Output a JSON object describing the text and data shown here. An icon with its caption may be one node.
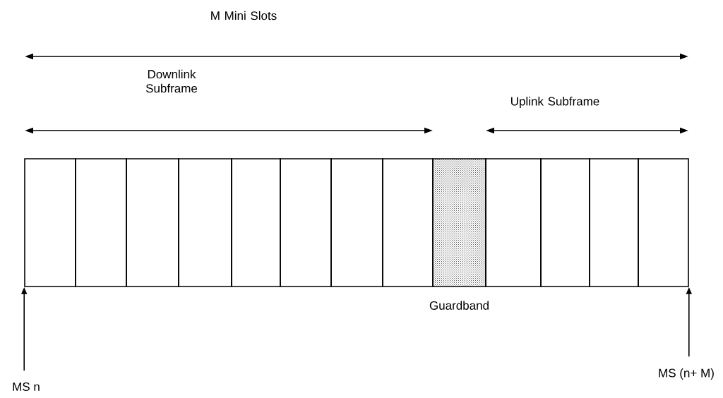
{
  "diagram": {
    "nodes": [
      {
        "text": [],
        "shape": "box"
      },
      {
        "text": [],
        "shape": "box"
      },
      {
        "text": [],
        "shape": "box"
      },
      {
        "text": [],
        "shape": "box"
      },
      {
        "text": [],
        "shape": "box"
      },
      {
        "text": [],
        "shape": "box"
      },
      {
        "text": [],
        "shape": "box"
      },
      {
        "text": [],
        "shape": "box"
      },
      {
        "text": [],
        "shape": "box",
        "beside": [
          "Guardband"
        ]
      },
      {
        "text": [],
        "shape": "box"
      },
      {
        "text": [],
        "shape": "box"
      },
      {
        "text": [],
        "shape": "box"
      },
      {
        "text": [],
        "shape": "box"
      },
      {
        "text": [
          "MS n"
        ]
      },
      {
        "text": [
          "MS (n+ M)"
        ]
      }
    ],
    "edges": [
      {
        "from": 13,
        "to": 0,
        "arrow": "to"
      },
      {
        "from": 14,
        "to": 12,
        "arrow": "to"
      }
    ],
    "labels": [
      "M Mini Slots",
      "Downlink Subframe",
      "Uplink Subframe"
    ]
  }
}
